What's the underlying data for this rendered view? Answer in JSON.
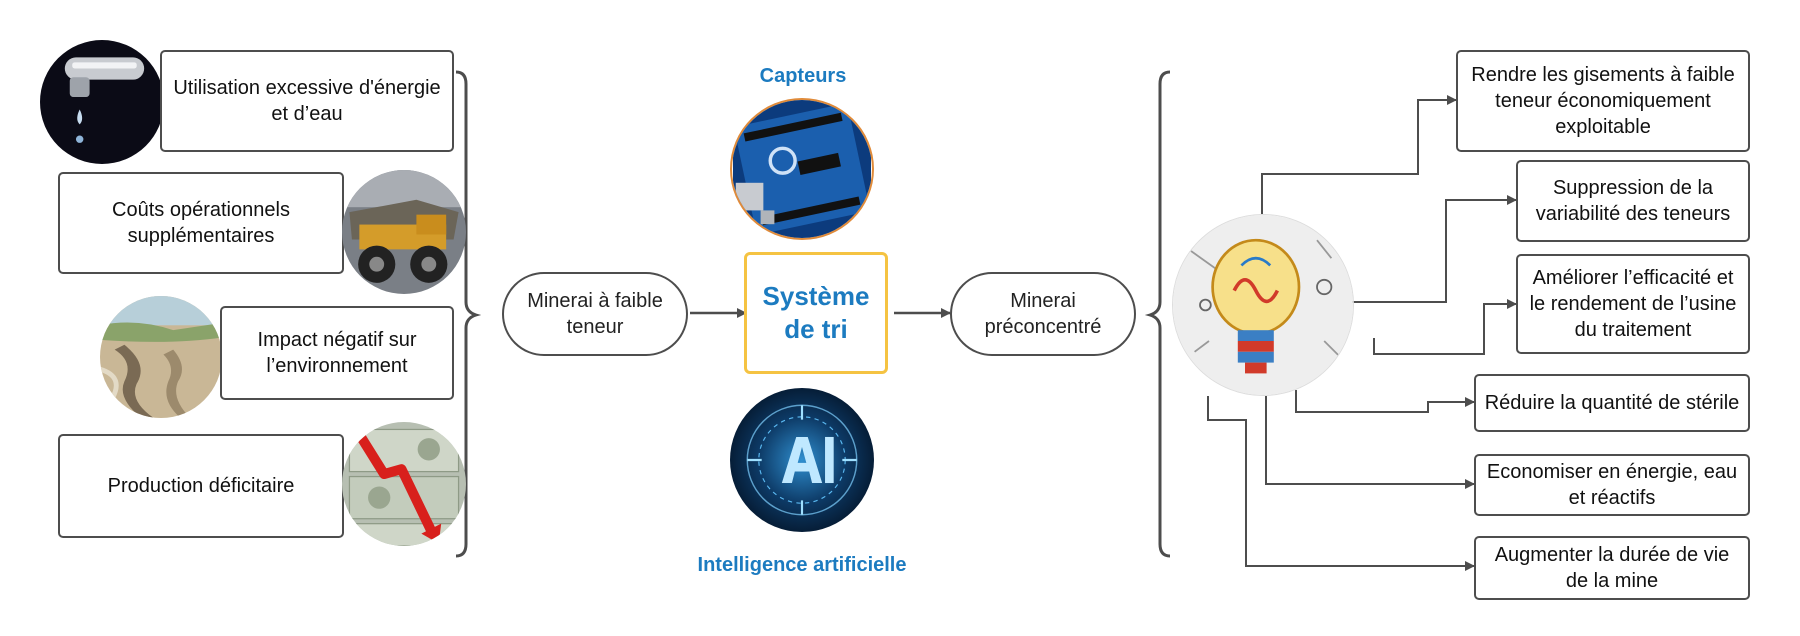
{
  "problems": [
    {
      "label": "Utilisation excessive d'énergie et d’eau",
      "icon": "water-tap-icon"
    },
    {
      "label": "Coûts opérationnels supplémentaires",
      "icon": "mining-truck-icon"
    },
    {
      "label": "Impact négatif sur l’environnement",
      "icon": "eroded-landscape-icon"
    },
    {
      "label": "Production déficitaire",
      "icon": "declining-chart-money-icon"
    }
  ],
  "flow": {
    "input": "Minerai à faible teneur",
    "core": "Système de tri",
    "output": "Minerai préconcentré"
  },
  "technologies": {
    "top": {
      "label": "Capteurs",
      "icon": "arduino-board-icon"
    },
    "bottom": {
      "label": "Intelligence artificielle",
      "icon": "ai-circuit-icon"
    }
  },
  "benefits_icon": "lightbulb-idea-icon",
  "benefits": [
    "Rendre les gisements à faible teneur économiquement exploitable",
    "Suppression de la variabilité des teneurs",
    "Améliorer l’efficacité et le rendement de l’usine du traitement",
    "Réduire la quantité de stérile",
    "Economiser en énergie, eau et réactifs",
    "Augmenter la durée de vie de la mine"
  ],
  "colors": {
    "accent_blue": "#1c7bc0",
    "core_border": "#f5c342",
    "line": "#4d4d4d"
  }
}
